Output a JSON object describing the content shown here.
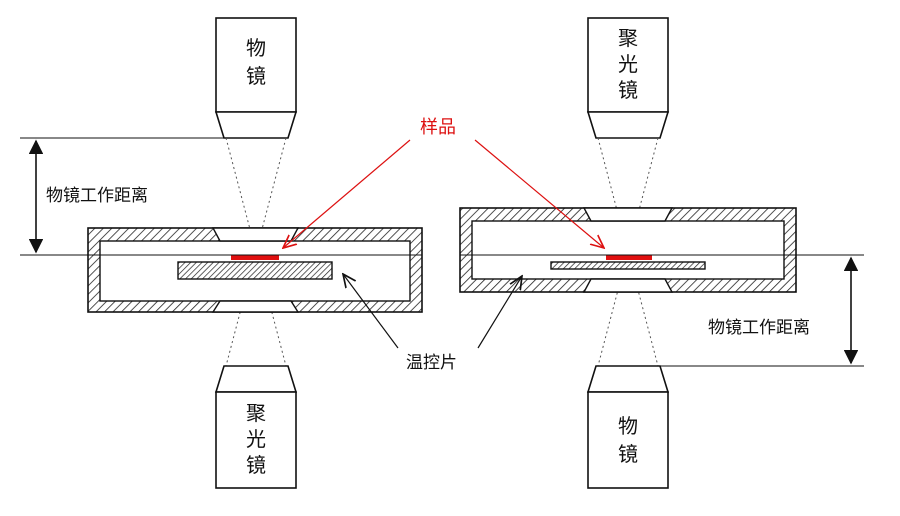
{
  "left": {
    "top_lens": [
      "物",
      "镜"
    ],
    "bottom_lens": [
      "聚",
      "光",
      "镜"
    ],
    "distance_label": "物镜工作距离"
  },
  "right": {
    "top_lens": [
      "聚",
      "光",
      "镜"
    ],
    "bottom_lens": [
      "物",
      "镜"
    ],
    "distance_label": "物镜工作距离"
  },
  "labels": {
    "sample": "样品",
    "heater": "温控片"
  },
  "colors": {
    "sample": "#e01010",
    "arrow_red": "#d11",
    "stroke": "#111111"
  }
}
